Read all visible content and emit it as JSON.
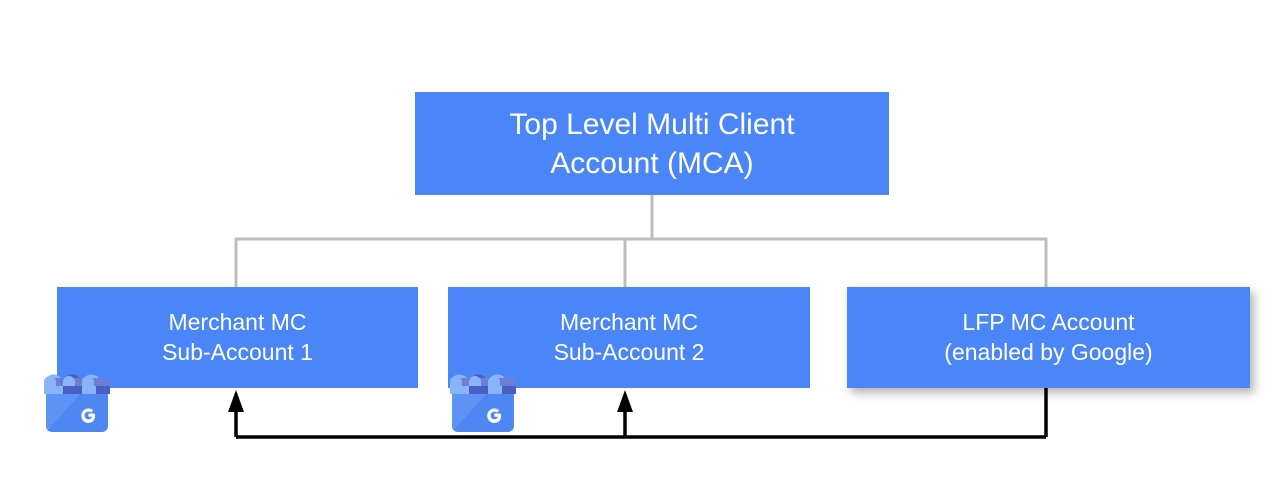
{
  "diagram": {
    "title": "Merchant Center account hierarchy",
    "colors": {
      "box_blue": "#4a86f7",
      "box_text": "#ffffff",
      "tree_connector_gray": "#bdbdbd",
      "arrow_black": "#000000",
      "icon_blue_light": "#8ab4f8",
      "icon_blue_mid": "#5b8def",
      "icon_blue_dark": "#4a5fc1",
      "icon_body_blue": "#4e86f2"
    },
    "nodes": {
      "mca": {
        "line1": "Top Level Multi Client",
        "line2": "Account (MCA)",
        "name": "top-level-multi-client-account"
      },
      "sub1": {
        "line1": "Merchant MC",
        "line2": "Sub-Account 1",
        "name": "merchant-mc-sub-account-1",
        "icon": "google-business-profile-icon"
      },
      "sub2": {
        "line1": "Merchant MC",
        "line2": "Sub-Account 2",
        "name": "merchant-mc-sub-account-2",
        "icon": "google-business-profile-icon"
      },
      "lfp": {
        "line1": "LFP MC Account",
        "line2": "(enabled by Google)",
        "name": "lfp-mc-account"
      }
    },
    "edges": {
      "tree": "MCA branches down to Merchant MC Sub-Account 1, Merchant MC Sub-Account 2 and LFP MC Account",
      "feed_arrows": "LFP MC Account feeds into Merchant MC Sub-Account 1 and Merchant MC Sub-Account 2"
    }
  }
}
